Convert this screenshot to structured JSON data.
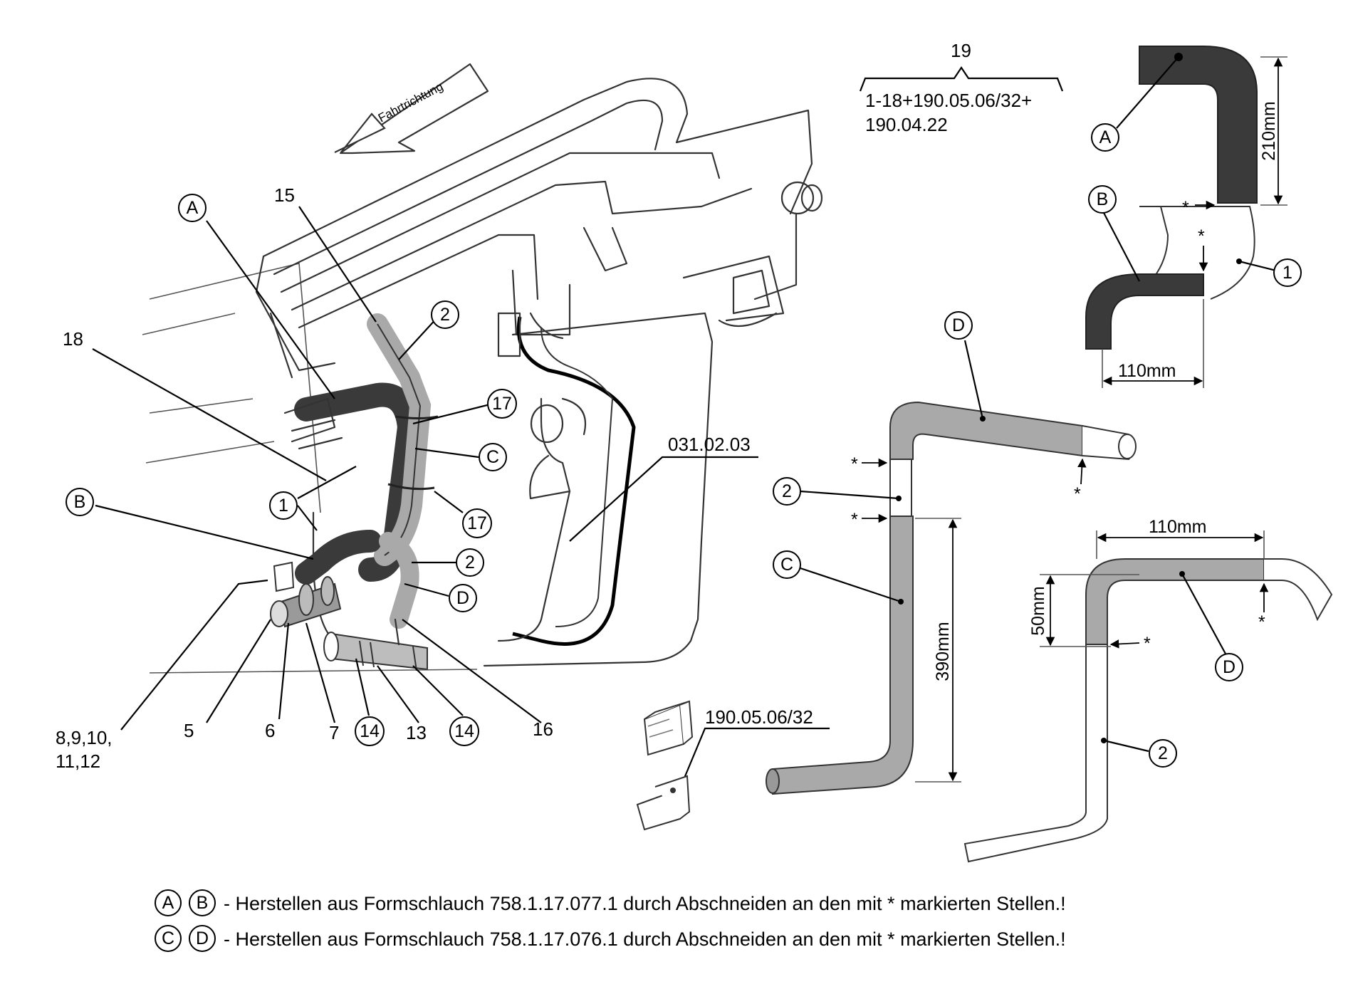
{
  "labels": {
    "drive_direction": "Fahrtrichtung",
    "part_19": "19",
    "kit_line1": "1-18+190.05.06/32+",
    "kit_line2": "190.04.22",
    "part_15": "15",
    "part_18": "18",
    "part_ref_031": "031.02.03",
    "part_8_line1": "8,9,10,",
    "part_8_line2": "11,12",
    "part_5": "5",
    "part_6": "6",
    "part_7": "7",
    "part_13": "13",
    "part_16": "16",
    "part_ref_190": "190.05.06/32"
  },
  "circled": {
    "A": "A",
    "B": "B",
    "C": "C",
    "D": "D",
    "n1": "1",
    "n2": "2",
    "n14": "14",
    "n17": "17"
  },
  "dimensions": {
    "a_height": "210mm",
    "b_width": "110mm",
    "c_length": "390mm",
    "d_width": "110mm",
    "d_height": "50mm"
  },
  "cut_mark": "*",
  "footnotes": {
    "ab_text": "- Herstellen aus Formschlauch 758.1.17.077.1 durch Abschneiden an den mit * markierten Stellen.!",
    "cd_text": "- Herstellen aus Formschlauch 758.1.17.076.1 durch Abschneiden an den mit * markierten Stellen.!"
  },
  "colors": {
    "hose_dark": "#3a3a3a",
    "hose_grey": "#a9a9a9",
    "line": "#000000"
  }
}
